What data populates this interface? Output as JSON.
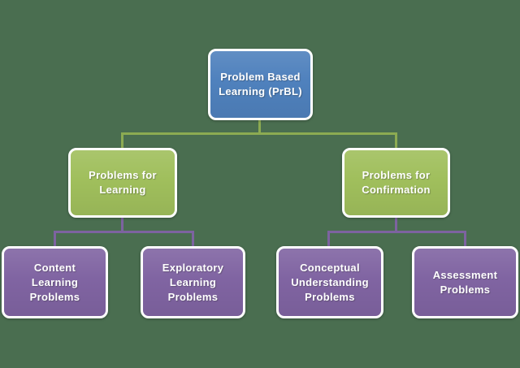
{
  "diagram": {
    "type": "hierarchy",
    "colors": {
      "background": "#4a6e50",
      "root_fill": "#4f81bd",
      "branch_fill": "#a0bf5c",
      "leaf_fill": "#8064a2",
      "connector_green": "#8cab52",
      "connector_purple": "#7d63a0",
      "node_border": "#ffffff",
      "text": "#ffffff"
    },
    "nodes": {
      "root": {
        "label": "Problem Based\nLearning (PrBL)",
        "level": 1
      },
      "learning": {
        "label": "Problems for\nLearning",
        "level": 2,
        "parent": "root"
      },
      "confirmation": {
        "label": "Problems for\nConfirmation",
        "level": 2,
        "parent": "root"
      },
      "content": {
        "label": "Content\nLearning\nProblems",
        "level": 3,
        "parent": "learning"
      },
      "exploratory": {
        "label": "Exploratory\nLearning\nProblems",
        "level": 3,
        "parent": "learning"
      },
      "conceptual": {
        "label": "Conceptual\nUnderstanding\nProblems",
        "level": 3,
        "parent": "confirmation"
      },
      "assessment": {
        "label": "Assessment\nProblems",
        "level": 3,
        "parent": "confirmation"
      }
    }
  }
}
